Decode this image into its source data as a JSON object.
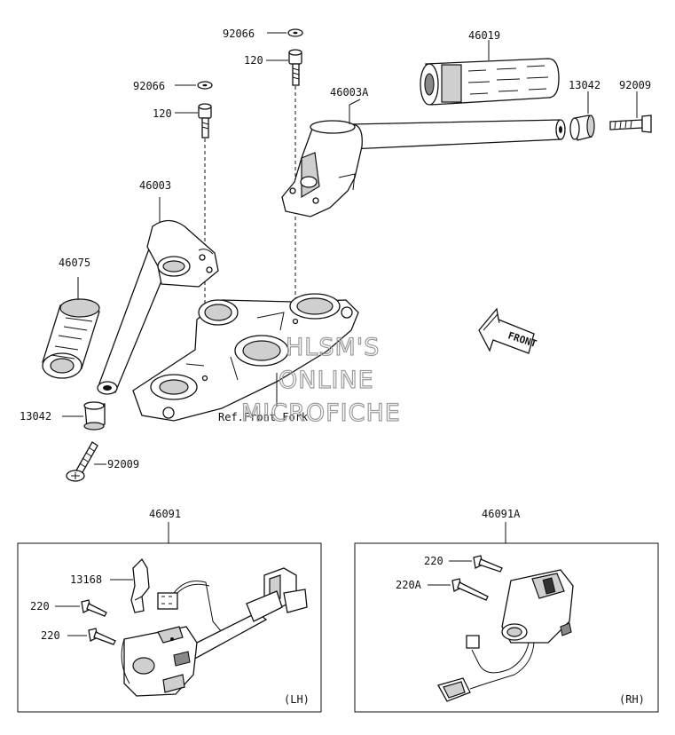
{
  "labels": {
    "l_92066_top": "92066",
    "l_120_top": "120",
    "l_92066_mid": "92066",
    "l_120_mid": "120",
    "l_46019": "46019",
    "l_46003A": "46003A",
    "l_13042_r": "13042",
    "l_92009_r": "92009",
    "l_46003": "46003",
    "l_46075": "46075",
    "l_13042_l": "13042",
    "l_92009_l": "92009",
    "l_46091": "46091",
    "l_46091A": "46091A",
    "l_13168": "13168",
    "l_220_lh1": "220",
    "l_220_lh2": "220",
    "l_220_rh": "220",
    "l_220A": "220A",
    "l_lh": "(LH)",
    "l_rh": "(RH)",
    "l_front_fork": "Ref.Front Fork"
  },
  "front_arrow": "FRONT",
  "watermark": {
    "line1": "HLSM'S",
    "line2": "ONLINE",
    "line3": "MICROFICHE"
  }
}
